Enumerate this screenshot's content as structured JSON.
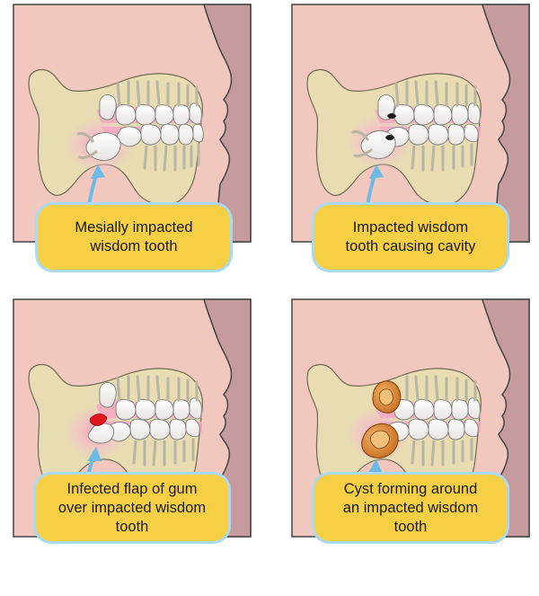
{
  "panels": [
    {
      "id": "mesial",
      "caption": "Mesially  impacted\nwisdom tooth"
    },
    {
      "id": "cavity",
      "caption": "Impacted wisdom\ntooth causing cavity"
    },
    {
      "id": "infected-flap",
      "caption": "Infected flap of gum\nover impacted wisdom\ntooth"
    },
    {
      "id": "cyst",
      "caption": "Cyst forming around\nan impacted wisdom\ntooth"
    }
  ],
  "colors": {
    "skin": "#f2c7bd",
    "skin_shadow": "#c59b9d",
    "bone": "#e7dcb2",
    "gum": "#f3a8c0",
    "tooth": "#ffffff",
    "callout_fill": "#f6cf45",
    "callout_border": "#a9daf2",
    "arrow": "#6dbbe4",
    "infection": "#e3161b",
    "cyst": "#e28a38"
  }
}
